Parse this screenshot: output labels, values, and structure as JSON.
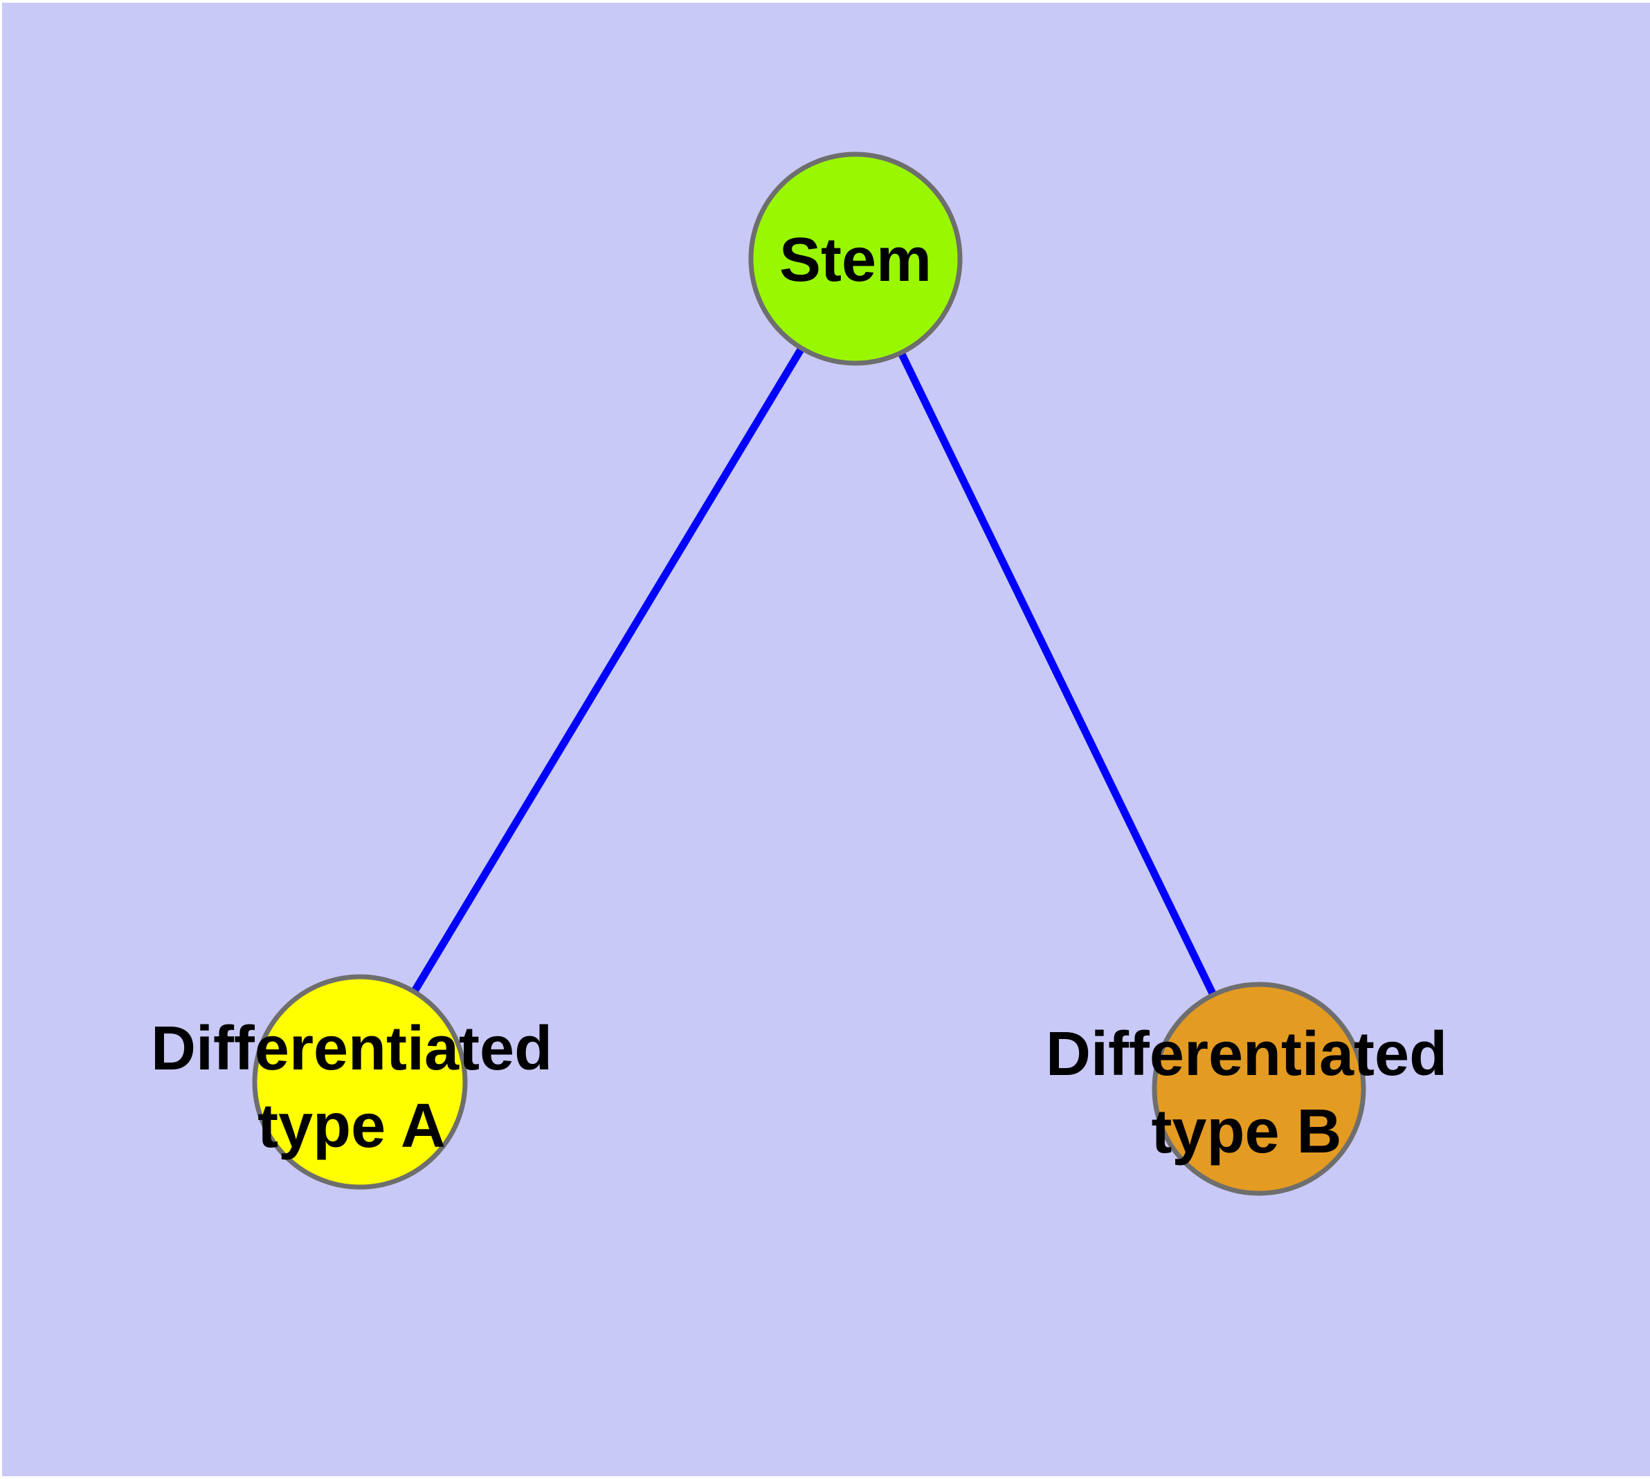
{
  "canvas": {
    "background_color": "#C9C9F7",
    "margin_color": "#FFFFFF"
  },
  "graph": {
    "label_color": "#000000",
    "node_border_color": "#6E6E6E",
    "edge_color": "#0000FF",
    "nodes": [
      {
        "id": "stem",
        "label_line1": "Stem",
        "label_line2": "",
        "fill": "#99F800",
        "border": "#6E6E6E"
      },
      {
        "id": "typeA",
        "label_line1": "Differentiated",
        "label_line2": "type A",
        "fill": "#FFFF00",
        "border": "#6E6E6E"
      },
      {
        "id": "typeB",
        "label_line1": "Differentiated",
        "label_line2": "type B",
        "fill": "#E49B22",
        "border": "#6E6E6E"
      }
    ],
    "edges": [
      {
        "from": "stem",
        "to": "typeA",
        "color": "#0000FF"
      },
      {
        "from": "stem",
        "to": "typeB",
        "color": "#0000FF"
      }
    ]
  }
}
